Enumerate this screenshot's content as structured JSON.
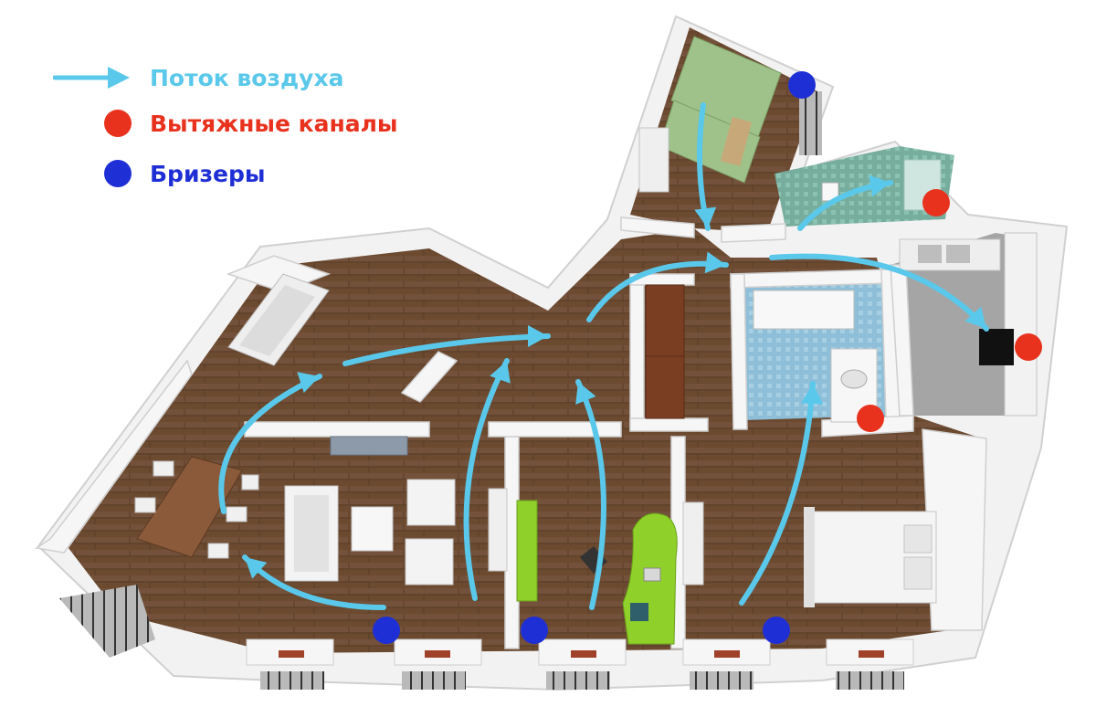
{
  "legend": {
    "airflow": {
      "label": "Поток воздуха",
      "color": "#5ac8ea"
    },
    "exhaust": {
      "label": "Вытяжные каналы",
      "color": "#e8321e"
    },
    "breather": {
      "label": "Бризеры",
      "color": "#1f2fd6"
    }
  },
  "colors": {
    "wall": "#f4f4f4",
    "wall_shadow": "#c9c9c9",
    "floor_wood": "#6b4a30",
    "floor_tile_blue": "#8fbfd8",
    "floor_tile_green": "#7fb8a8",
    "floor_tile_grey": "#9c9c9c",
    "accent_green": "#8fd12a",
    "table_wood": "#8a5a3a",
    "cabinet_wood": "#7a3e22"
  }
}
